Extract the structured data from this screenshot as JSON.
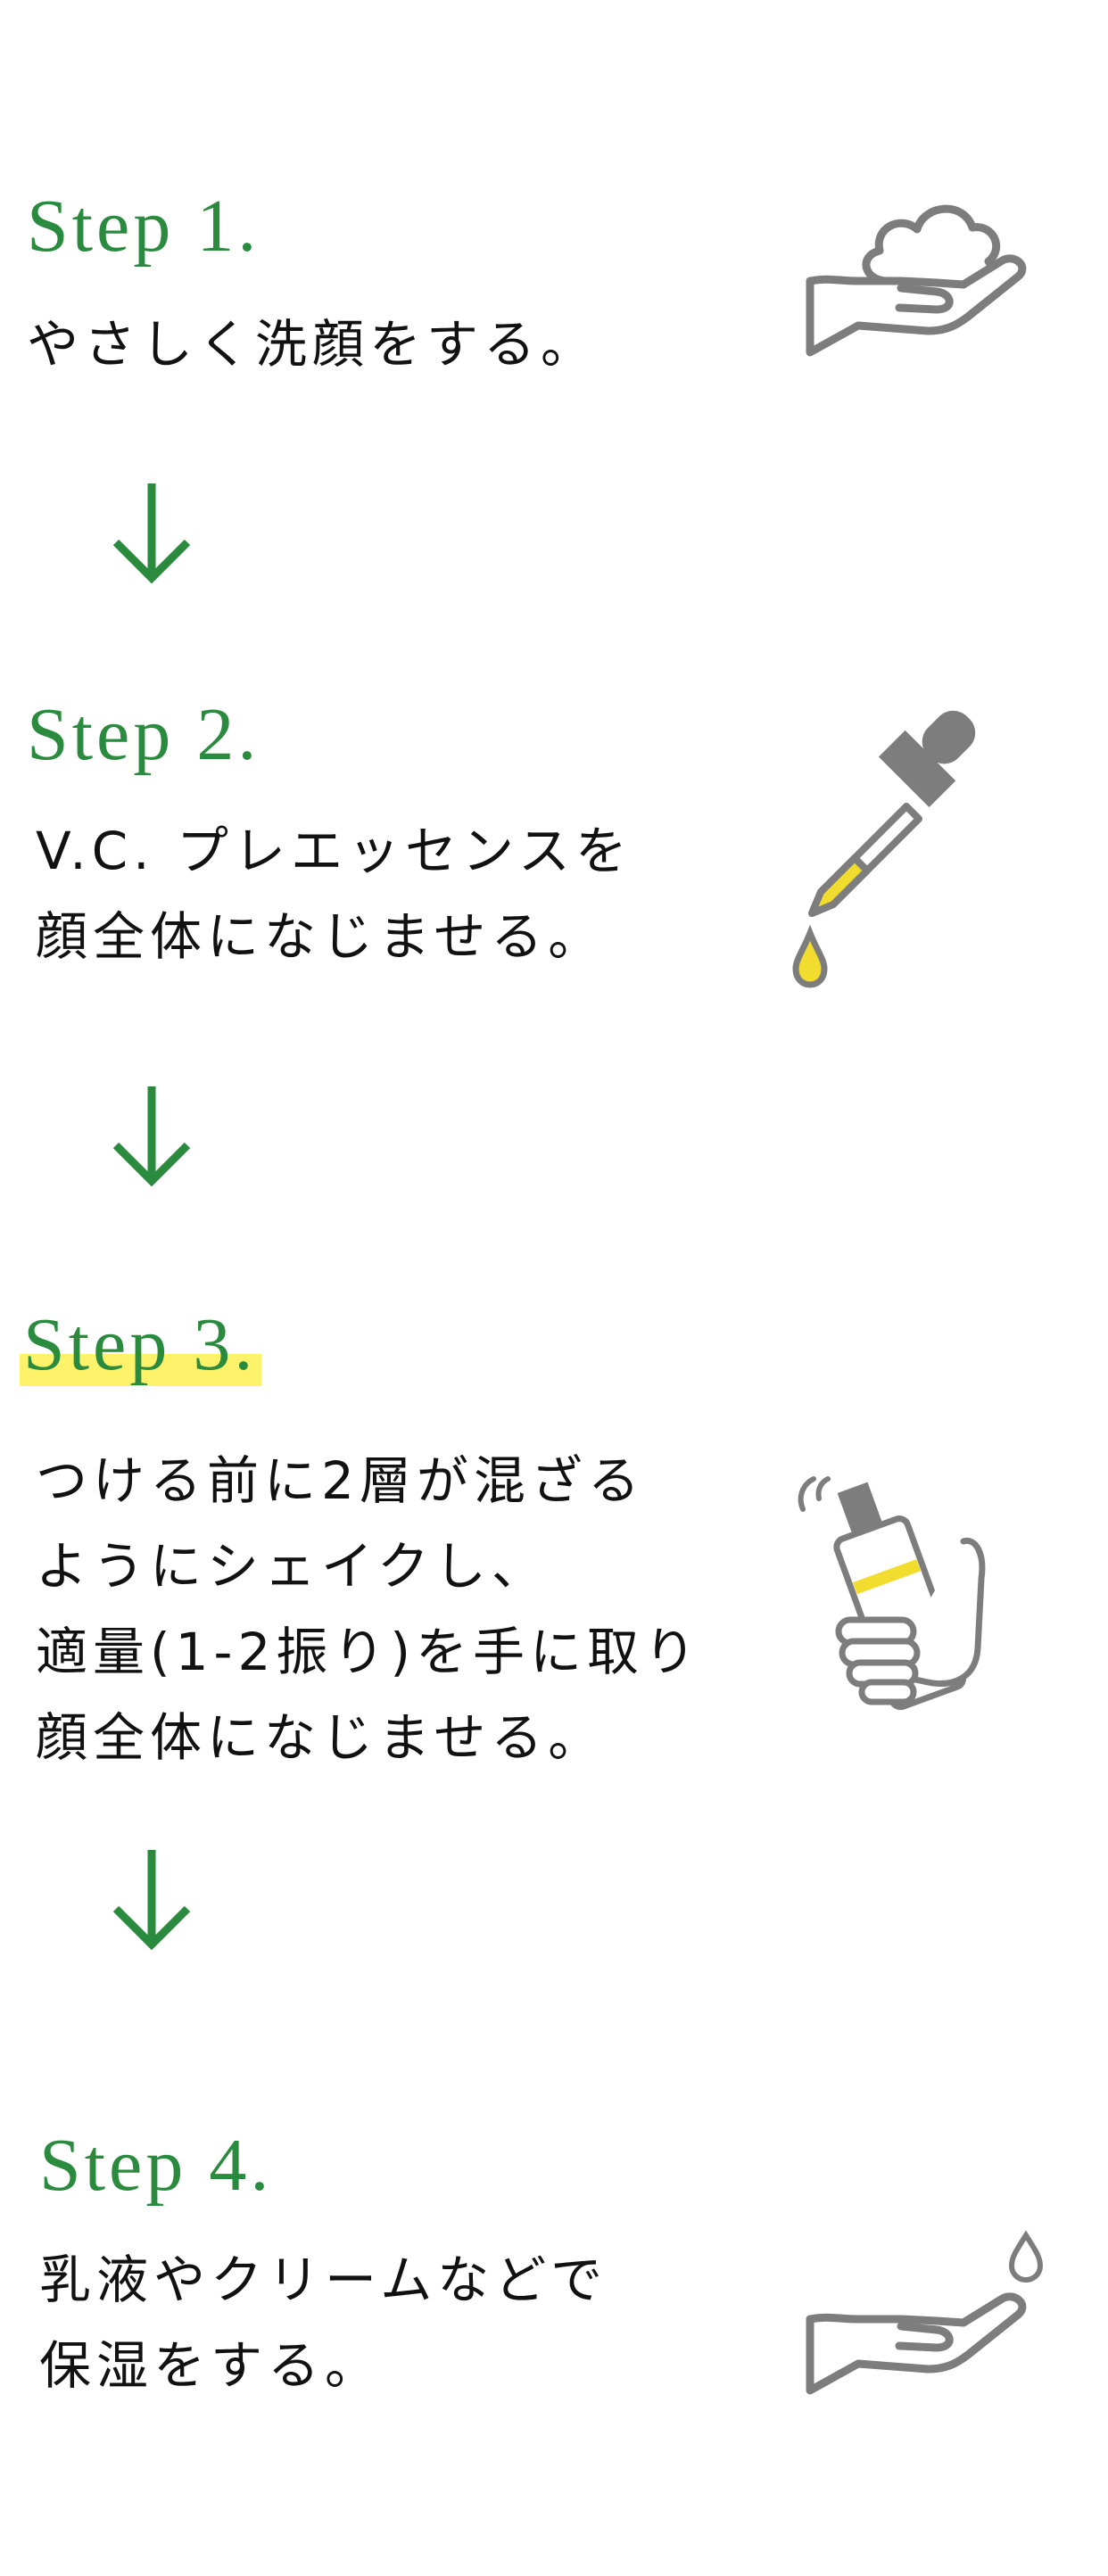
{
  "colors": {
    "accent_green": "#2a8a3e",
    "highlight_yellow": "#fff26b",
    "text": "#111111",
    "icon_gray": "#7d7d7d",
    "icon_yellow": "#f2dc2e"
  },
  "steps": [
    {
      "title": "Step 1.",
      "lines": [
        "やさしく洗顔をする。"
      ],
      "icon": "hand-foam-icon"
    },
    {
      "title": "Step 2.",
      "lines": [
        "V.C. プレエッセンスを",
        "顔全体になじませる。"
      ],
      "icon": "dropper-icon"
    },
    {
      "title": "Step 3.",
      "lines": [
        "つける前に2層が混ざる",
        "ようにシェイクし、",
        "適量(1-2振り)を手に取り",
        "顔全体になじませる。"
      ],
      "icon": "shake-bottle-icon"
    },
    {
      "title": "Step 4.",
      "lines": [
        "乳液やクリームなどで",
        "保湿をする。"
      ],
      "icon": "hand-drop-icon"
    }
  ],
  "arrows": [
    "arrow-down-icon",
    "arrow-down-icon",
    "arrow-down-icon"
  ]
}
